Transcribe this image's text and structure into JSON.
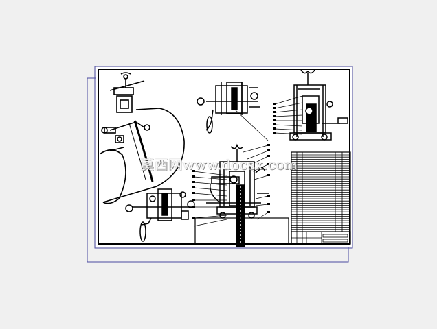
{
  "watermark": "莫西网www.docsx.com",
  "colors": {
    "background": "#f0f0f0",
    "ink": "#000000",
    "frame_outline": "#4a4aa0",
    "paper": "#ffffff"
  },
  "sheet": {
    "parts": [
      "pipe-with-clamp-view",
      "front-elevation-view",
      "side-elevation-view",
      "center-assembly-view",
      "lower-assembly-view",
      "parts-list-table",
      "title-block"
    ]
  }
}
